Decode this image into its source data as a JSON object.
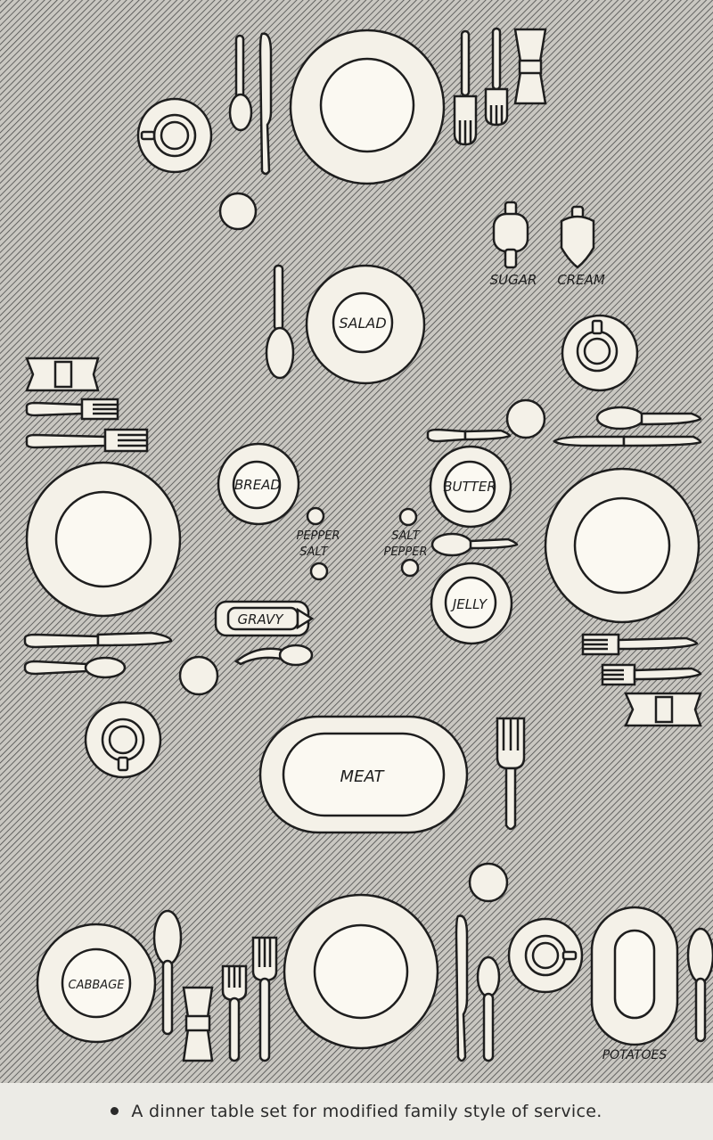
{
  "labels": {
    "salad": "SALAD",
    "sugar": "SUGAR",
    "cream": "CREAM",
    "bread": "BREAD",
    "butter": "BUTTER",
    "pepper_left": "PEPPER",
    "salt_left": "SALT",
    "salt_right": "SALT",
    "pepper_right": "PEPPER",
    "jelly": "JELLY",
    "gravy": "GRAVY",
    "meat": "MEAT",
    "cabbage": "CABBAGE",
    "potatoes": "POTATOES"
  },
  "caption": "A dinner table set for modified family style of service.",
  "colors": {
    "background": "#b8b6b0",
    "hatch": "#555555",
    "ink": "#1e1e1e",
    "plate": "#f4f1e8"
  }
}
